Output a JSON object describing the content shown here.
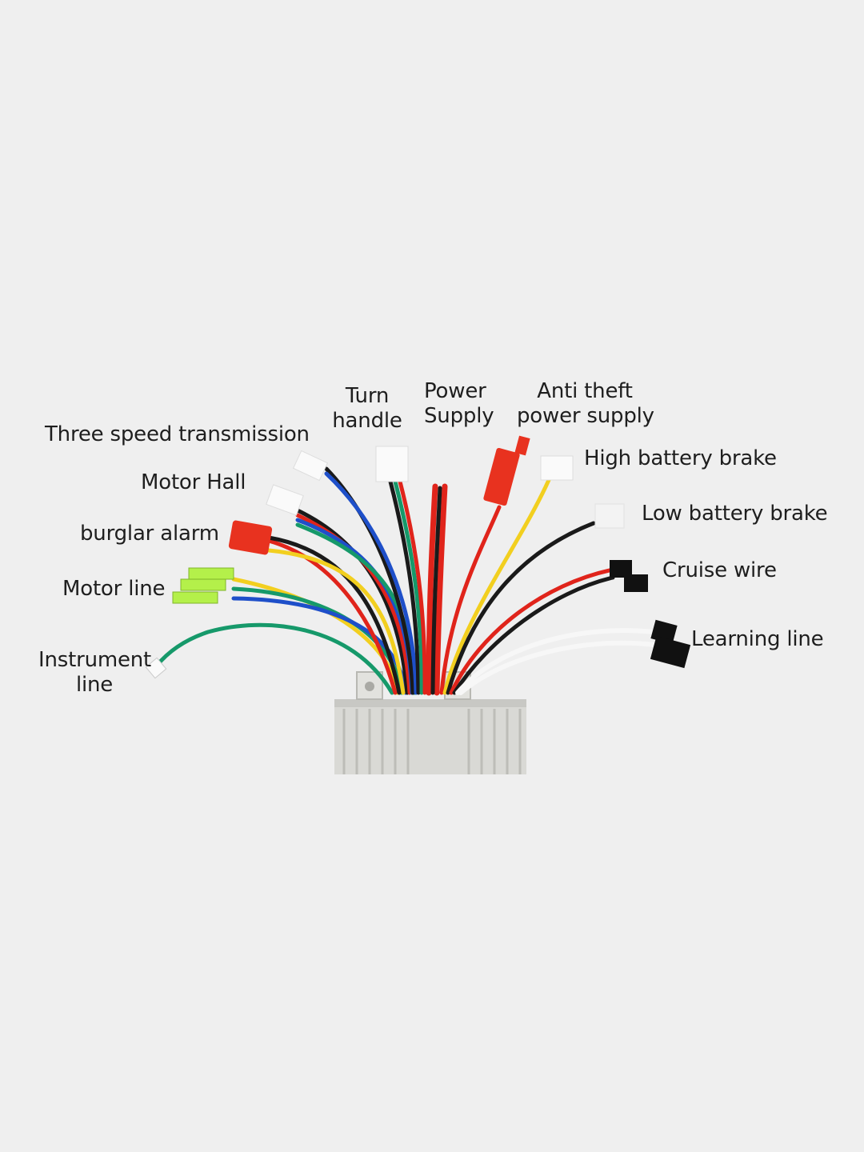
{
  "labels": {
    "three_speed_transmission": "Three speed transmission",
    "motor_hall": "Motor Hall",
    "burglar_alarm": "burglar alarm",
    "motor_line": "Motor line",
    "instrument_line": "Instrument\nline",
    "turn_handle": "Turn\nhandle",
    "power_supply": "Power\nSupply",
    "anti_theft_power_supply": "Anti theft\npower supply",
    "high_battery_brake": "High battery brake",
    "low_battery_brake": "Low battery brake",
    "cruise_wire": "Cruise wire",
    "learning_line": "Learning line"
  },
  "colors": {
    "background": "#efefef",
    "text": "#1e1e1e",
    "controller_body": "#dadad6",
    "wire_red": "#e0241b",
    "wire_black": "#1a1a1a",
    "wire_yellow": "#f2cf1f",
    "wire_green": "#16996a",
    "wire_blue": "#1e4fc9",
    "connector_red": "#e8321f",
    "connector_lime": "#b4f04a",
    "connector_black": "#111111",
    "connector_white": "#fafafa"
  }
}
